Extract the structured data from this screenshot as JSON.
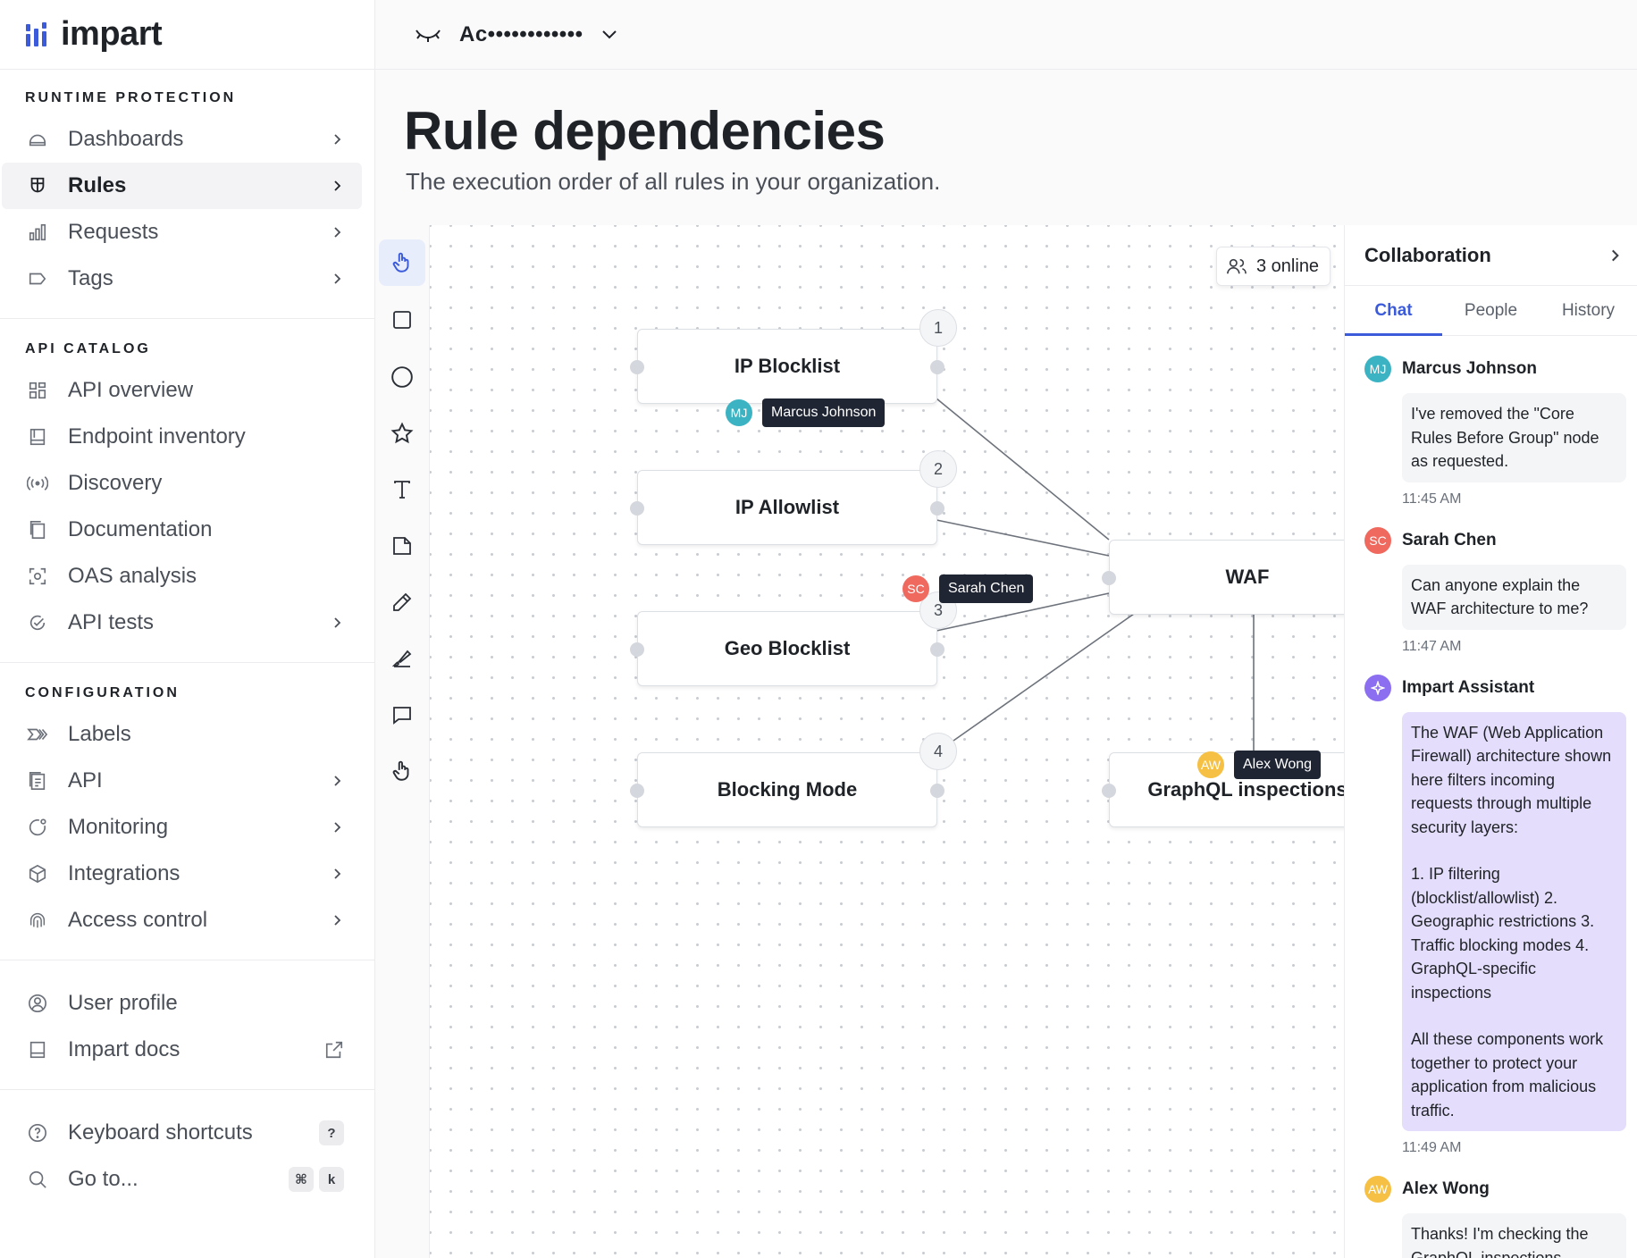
{
  "app": {
    "logo_text": "impart"
  },
  "topbar": {
    "account": "Ac••••••••••••"
  },
  "sidebar": {
    "sections": [
      {
        "title": "RUNTIME PROTECTION",
        "items": [
          {
            "label": "Dashboards",
            "icon": "dashboard-icon",
            "chevron": true
          },
          {
            "label": "Rules",
            "icon": "shield-icon",
            "chevron": true,
            "active": true
          },
          {
            "label": "Requests",
            "icon": "bar-chart-icon",
            "chevron": true
          },
          {
            "label": "Tags",
            "icon": "tag-icon",
            "chevron": true
          }
        ]
      },
      {
        "title": "API CATALOG",
        "items": [
          {
            "label": "API overview",
            "icon": "grid-icon"
          },
          {
            "label": "Endpoint inventory",
            "icon": "book-icon"
          },
          {
            "label": "Discovery",
            "icon": "broadcast-icon"
          },
          {
            "label": "Documentation",
            "icon": "documents-icon"
          },
          {
            "label": "OAS analysis",
            "icon": "scan-icon"
          },
          {
            "label": "API tests",
            "icon": "check-circle-icon",
            "chevron": true
          }
        ]
      },
      {
        "title": "CONFIGURATION",
        "items": [
          {
            "label": "Labels",
            "icon": "labels-icon"
          },
          {
            "label": "API",
            "icon": "file-icon",
            "chevron": true
          },
          {
            "label": "Monitoring",
            "icon": "monitor-icon",
            "chevron": true
          },
          {
            "label": "Integrations",
            "icon": "cube-icon",
            "chevron": true
          },
          {
            "label": "Access control",
            "icon": "fingerprint-icon",
            "chevron": true
          }
        ]
      }
    ],
    "footer1": [
      {
        "label": "User profile",
        "icon": "user-circle-icon"
      },
      {
        "label": "Impart docs",
        "icon": "book-icon",
        "external": true
      }
    ],
    "footer2": [
      {
        "label": "Keyboard shortcuts",
        "icon": "question-icon",
        "keys": [
          "?"
        ]
      },
      {
        "label": "Go to...",
        "icon": "search-icon",
        "keys": [
          "⌘",
          "k"
        ]
      }
    ]
  },
  "header": {
    "title": "Rule dependencies",
    "subtitle": "The execution order of all rules in your organization."
  },
  "canvas": {
    "online": "3 online",
    "nodes": [
      {
        "label": "IP Blocklist",
        "order": "1"
      },
      {
        "label": "IP Allowlist",
        "order": "2"
      },
      {
        "label": "Geo Blocklist",
        "order": "3"
      },
      {
        "label": "Blocking Mode",
        "order": "4"
      },
      {
        "label": "WAF"
      },
      {
        "label": "GraphQL inspections"
      }
    ],
    "cursors": [
      {
        "initials": "MJ",
        "name": "Marcus Johnson",
        "color": "#3bb3c3"
      },
      {
        "initials": "SC",
        "name": "Sarah Chen",
        "color": "#f0695f"
      },
      {
        "initials": "AW",
        "name": "Alex Wong",
        "color": "#f5c043"
      }
    ]
  },
  "collab": {
    "title": "Collaboration",
    "tabs": [
      "Chat",
      "People",
      "History"
    ],
    "messages": [
      {
        "initials": "MJ",
        "name": "Marcus Johnson",
        "color": "#3bb3c3",
        "text": "I've removed the \"Core Rules Before Group\" node as requested.",
        "time": "11:45 AM"
      },
      {
        "initials": "SC",
        "name": "Sarah Chen",
        "color": "#f0695f",
        "text": "Can anyone explain the WAF architecture to me?",
        "time": "11:47 AM"
      },
      {
        "initials": "",
        "name": "Impart Assistant",
        "color": "#8b6ff0",
        "ai": true,
        "p1": "The WAF (Web Application Firewall) architecture shown here filters incoming requests through multiple security layers:",
        "p2": "1. IP filtering (blocklist/allowlist) 2. Geographic restrictions 3. Traffic blocking modes 4. GraphQL-specific inspections",
        "p3": "All these components work together to protect your application from malicious traffic.",
        "time": "11:49 AM"
      },
      {
        "initials": "AW",
        "name": "Alex Wong",
        "color": "#f5c043",
        "text": "Thanks! I'm checking the GraphQL inspections",
        "time": ""
      }
    ]
  }
}
